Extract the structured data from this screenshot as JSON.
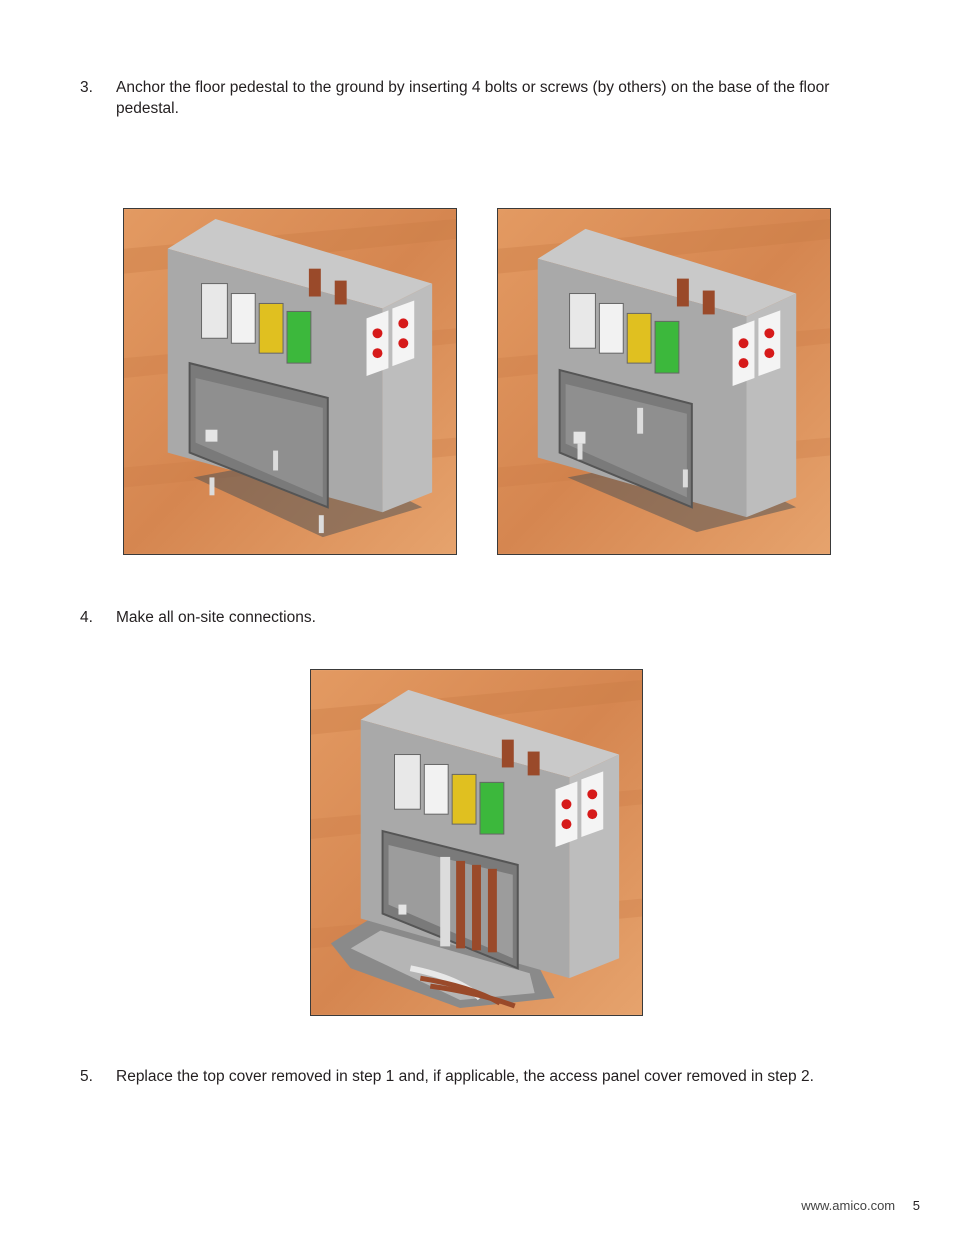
{
  "steps": [
    {
      "number": "3.",
      "text": "Anchor the floor pedestal to the ground by inserting 4 bolts or screws (by others) on the base of the floor pedestal."
    },
    {
      "number": "4.",
      "text": "Make all on-site connections."
    },
    {
      "number": "5.",
      "text": "Replace the top cover removed in step 1 and, if applicable, the access panel cover removed in step 2."
    }
  ],
  "footer": {
    "website": "www.amico.com",
    "page_number": "5"
  },
  "colors": {
    "floor": "#d98a55",
    "cabinet": "#a9a9a9",
    "outlet_white": "#f2f2f2",
    "outlet_yellow": "#e0c020",
    "outlet_green": "#3cb83c",
    "receptacle_red": "#d61a1a",
    "pipe_copper": "#9a4a2a"
  }
}
